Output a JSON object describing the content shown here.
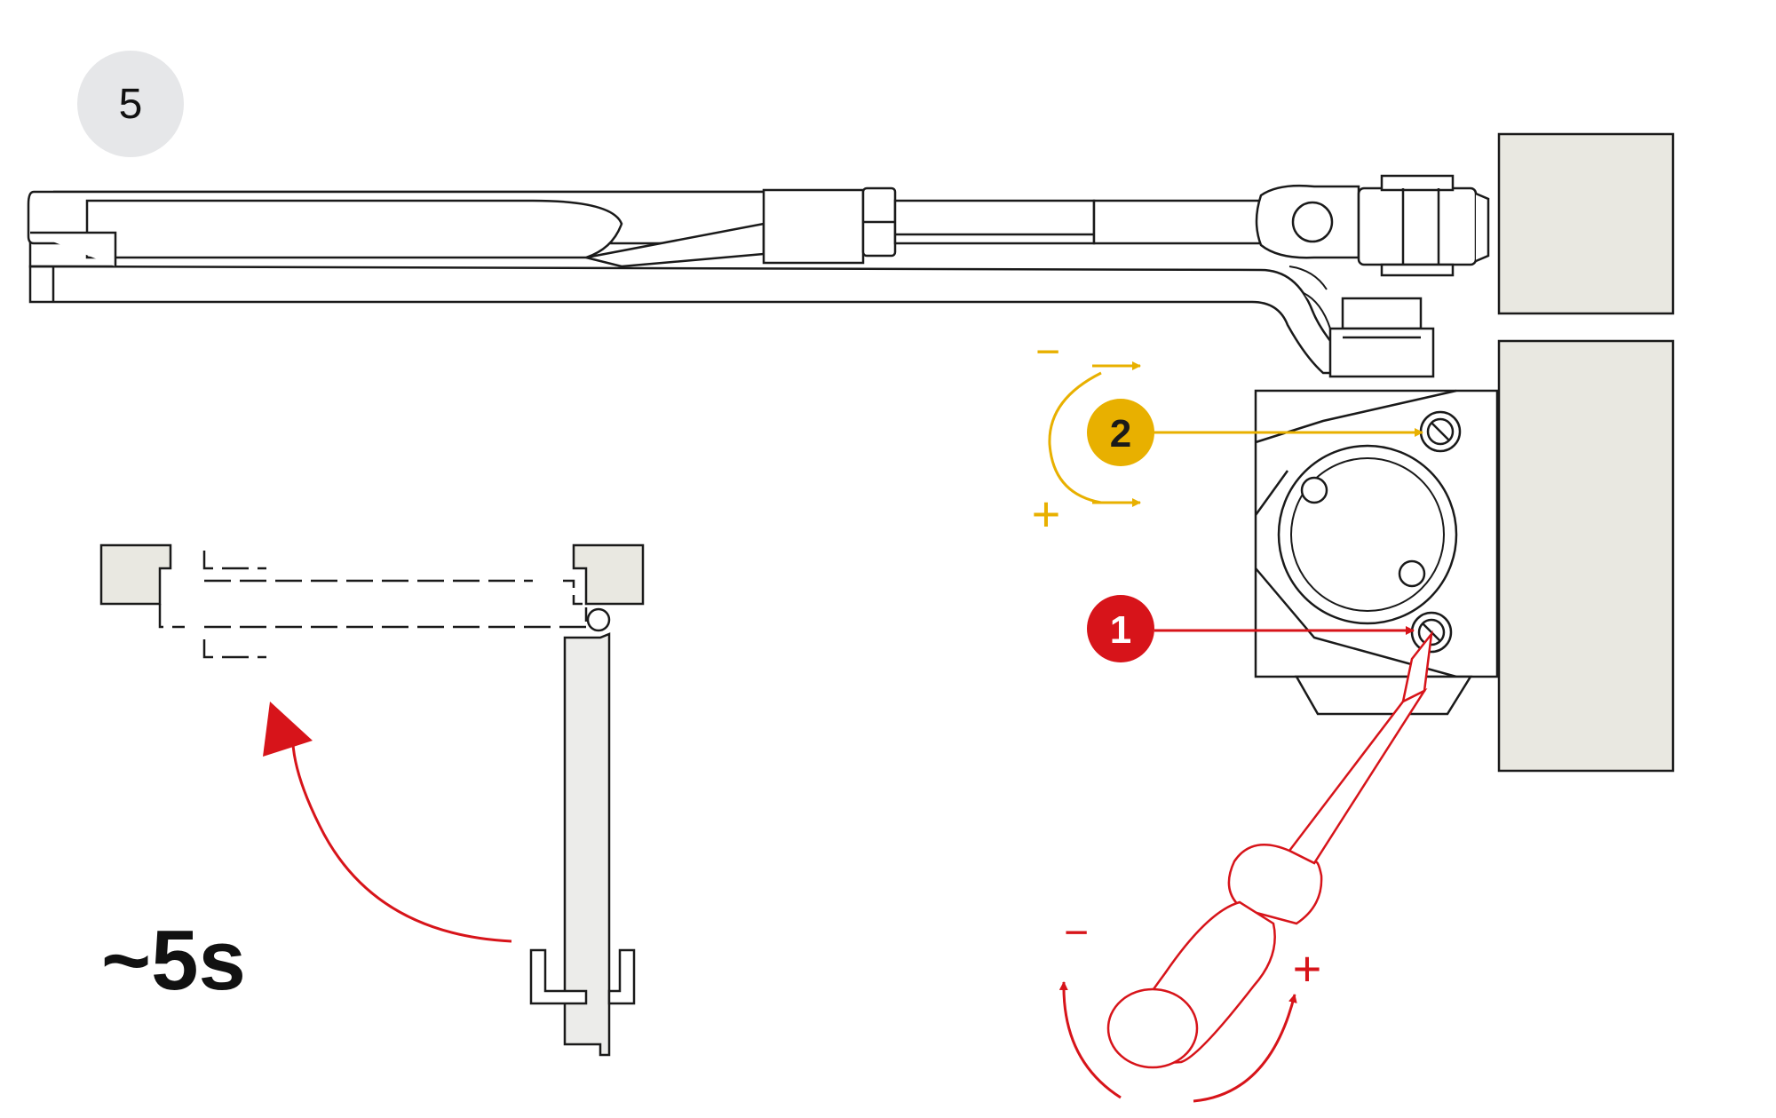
{
  "step": {
    "number": "5"
  },
  "timing": {
    "label": "~5s"
  },
  "valves": [
    {
      "id": "1",
      "color": "#d7141a",
      "label": "1"
    },
    {
      "id": "2",
      "color": "#e8b000",
      "label": "2"
    }
  ],
  "signs": {
    "minus": "−",
    "plus": "+"
  },
  "colors": {
    "outline": "#1a1a1a",
    "fill_gray": "#ececea",
    "wall_fill": "#e9e8e1",
    "badge_bg": "#e6e7e9",
    "red": "#d7141a",
    "yellow": "#e8b000"
  },
  "icons": {
    "screwdriver": "screwdriver-icon",
    "rotate": "rotate-arrow-icon",
    "door_closer": "door-closer-icon"
  }
}
